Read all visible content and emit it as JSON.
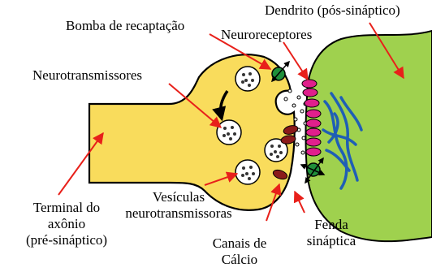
{
  "labels": {
    "dendrite": "Dendrito (pós-sináptico)",
    "reuptake_pump": "Bomba de recaptação",
    "neuroreceptors": "Neuroreceptores",
    "neurotransmitters": "Neurotransmissores",
    "axon_terminal": [
      "Terminal do",
      "axônio",
      "(pré-sináptico)"
    ],
    "vesicles": [
      "Vesículas",
      "neurotransmissoras"
    ],
    "calcium_channels": [
      "Canais de",
      "Cálcio"
    ],
    "synaptic_cleft": [
      "Fenda",
      "sináptica"
    ]
  },
  "colors": {
    "axon_fill": "#f9dc5c",
    "dendrite_fill": "#9fd14e",
    "receptor": "#e0208c",
    "pump": "#1f8f3a",
    "calcium_channel": "#8b1a1a",
    "dendrite_fibers": "#1f5fb5",
    "pointer_arrows": "#e8201a",
    "outline": "#000000"
  }
}
